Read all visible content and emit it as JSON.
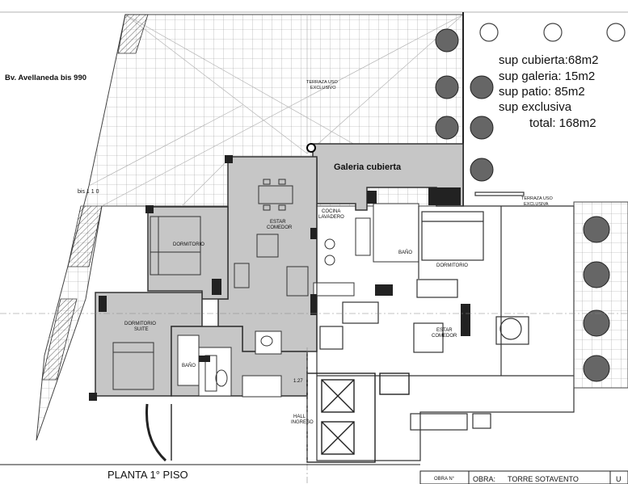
{
  "address": "Bv. Avellaneda bis 990",
  "side_label": "bis 1 1 0",
  "galeria_label": "Galeria cubierta",
  "terraza_left": [
    "TERRAZA USO",
    "EXCLUSIVO"
  ],
  "terraza_right": [
    "TERRAZA USO",
    "EXCLUSIVA"
  ],
  "areas": {
    "cubierta": "sup cubierta:68m2",
    "galeria": "sup galeria: 15m2",
    "patio": "sup patio: 85m2",
    "exclusiva": "sup exclusiva",
    "total": "total: 168m2"
  },
  "rooms": {
    "estar_comedor": [
      "ESTAR",
      "COMEDOR"
    ],
    "cocina": [
      "COCINA",
      "LAVADERO"
    ],
    "dormitorio_left": "DORMITORIO",
    "dormitorio_suite": [
      "DORMITORIO",
      "SUITE"
    ],
    "bano_left": "BAÑO",
    "dormitorio_right": "DORMITORIO",
    "bano_right": "BAÑO",
    "estar_comedor_right": [
      "ESTAR",
      "COMEDOR"
    ],
    "hall": [
      "HALL",
      "INGRESO"
    ]
  },
  "level_mark": "1.27",
  "floor_title": "PLANTA 1° PISO",
  "title_block": {
    "obra_n_label": "OBRA N°",
    "obra_label": "OBRA:",
    "obra_value": "TORRE SOTAVENTO",
    "extra": "U"
  },
  "colors": {
    "gray_fill": "#c6c6c6",
    "grid_line": "#9a9a9a",
    "wall": "#333333",
    "column": "#222222"
  }
}
